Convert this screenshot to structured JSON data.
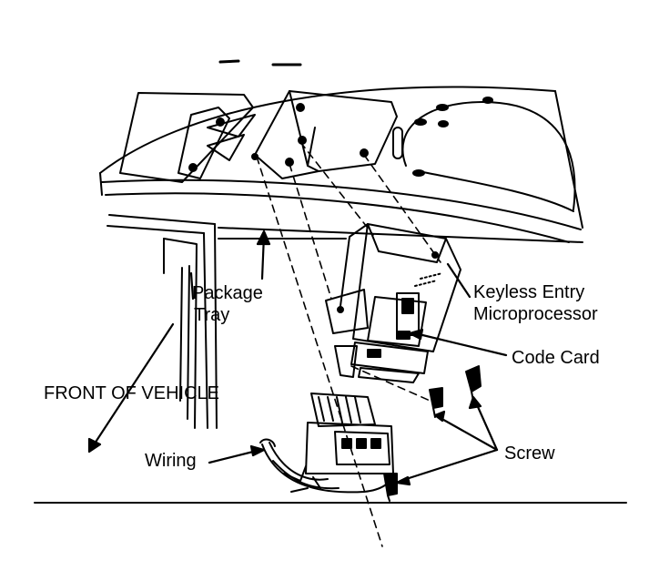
{
  "labels": {
    "package_tray": [
      "Package",
      "Tray"
    ],
    "keyless_entry": [
      "Keyless Entry",
      "Microprocessor"
    ],
    "code_card": "Code Card",
    "front_of_vehicle": "FRONT OF VEHICLE",
    "wiring": "Wiring",
    "screw": "Screw"
  },
  "colors": {
    "ink": "#000000",
    "paper": "#ffffff"
  }
}
